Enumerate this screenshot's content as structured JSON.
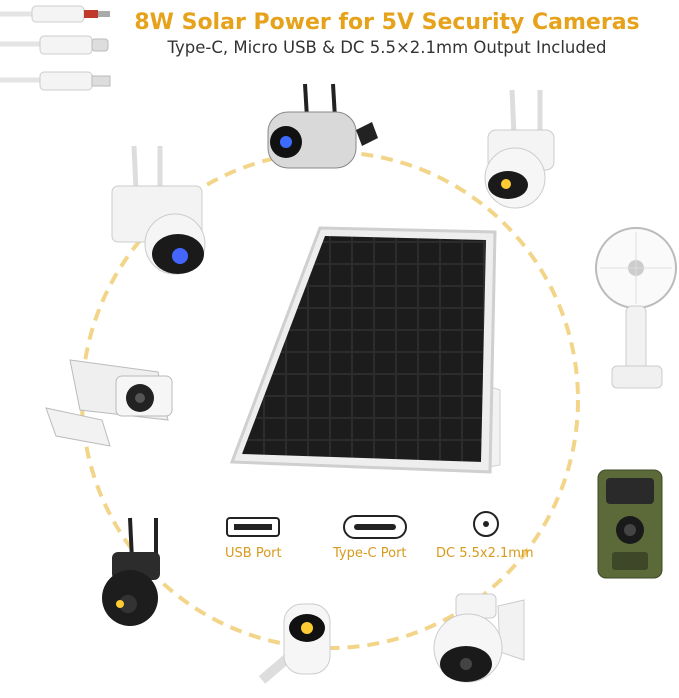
{
  "header": {
    "title": "8W Solar Power for 5V Security Cameras",
    "subtitle": "Type-C, Micro USB & DC 5.5×2.1mm Output Included"
  },
  "ports": [
    {
      "label": "USB Port",
      "icon": "usb-port-icon"
    },
    {
      "label": "Type-C Port",
      "icon": "type-c-port-icon"
    },
    {
      "label": "DC 5.5x2.1mm",
      "icon": "dc-barrel-port-icon"
    }
  ],
  "devices": [
    {
      "icon": "bullet-wifi-camera-icon"
    },
    {
      "icon": "mini-ptz-camera-icon"
    },
    {
      "icon": "ptz-dome-camera-icon"
    },
    {
      "icon": "handheld-fan-icon"
    },
    {
      "icon": "cctv-bullet-camera-icon"
    },
    {
      "icon": "trail-camera-icon"
    },
    {
      "icon": "outdoor-ptz-camera-icon"
    },
    {
      "icon": "battery-camera-icon"
    },
    {
      "icon": "speed-dome-camera-icon"
    }
  ],
  "colors": {
    "accent": "#e6a21a",
    "circle": "#f3d58a",
    "panel": "#1b1b1b"
  }
}
